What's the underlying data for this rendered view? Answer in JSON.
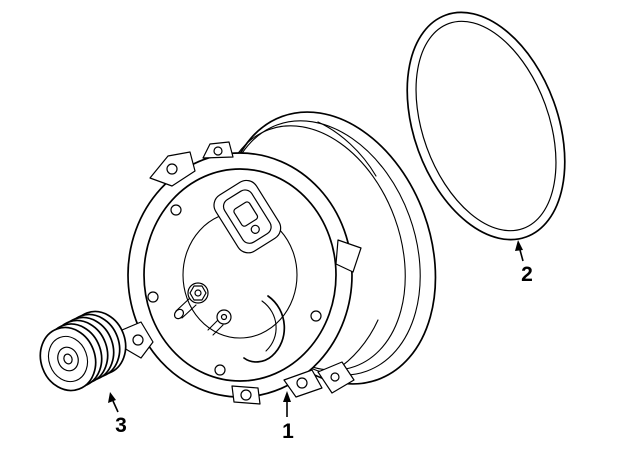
{
  "figure": {
    "type": "exploded-parts-line-drawing",
    "background_color": "#ffffff",
    "line_color": "#000000",
    "parts_shown": [
      "alternator-assembly",
      "sealing-ring",
      "pulley"
    ]
  },
  "callouts": [
    {
      "label": "1"
    },
    {
      "label": "2"
    },
    {
      "label": "3"
    }
  ]
}
